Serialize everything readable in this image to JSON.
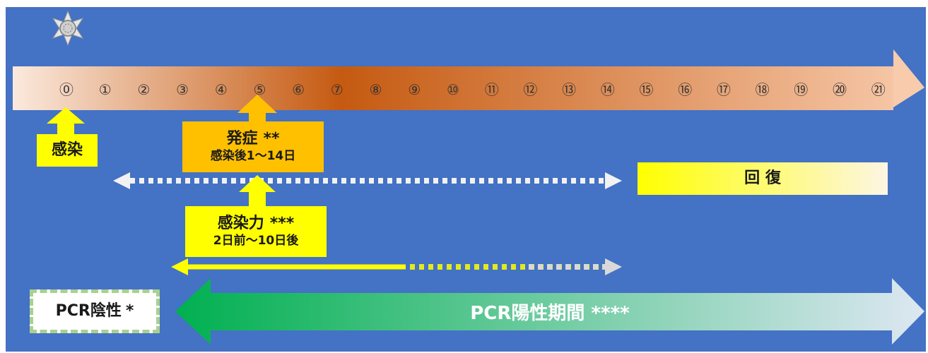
{
  "timeline": {
    "days": [
      "⓪",
      "①",
      "②",
      "③",
      "④",
      "⑤",
      "⑥",
      "⑦",
      "⑧",
      "⑨",
      "⑩",
      "⑪",
      "⑫",
      "⑬",
      "⑭",
      "⑮",
      "⑯",
      "⑰",
      "⑱",
      "⑲",
      "⑳",
      "㉑"
    ],
    "arrow_colors": {
      "light": "#fbe4d5",
      "dark": "#c55a11"
    }
  },
  "virus_icon": "virus-icon",
  "infection": {
    "label": "感染",
    "color": "#ffff00"
  },
  "onset": {
    "title": "発症",
    "stars": "**",
    "sub": "感染後1～14日",
    "color": "#ffc000",
    "day": 5,
    "range_days": [
      1,
      14
    ]
  },
  "infectivity": {
    "title": "感染力",
    "stars": "***",
    "sub": "2日前～10日後",
    "color": "#ffff00",
    "range_days": [
      3,
      15
    ]
  },
  "recovery": {
    "label": "回 復",
    "color_from": "#ffff00",
    "color_to": "#fdf6e3"
  },
  "pcr_negative": {
    "label": "PCR陰性",
    "stars": "*",
    "border": "#a9d18e"
  },
  "pcr_positive": {
    "label": "PCR陽性期間 ****",
    "color_from": "#00b050",
    "color_to": "#d6e3ef"
  }
}
